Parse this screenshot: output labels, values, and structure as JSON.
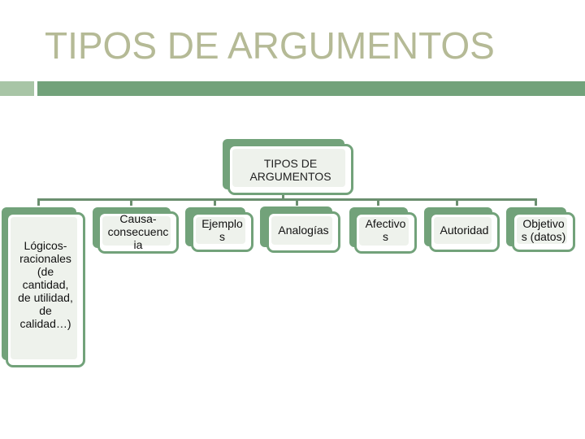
{
  "slide": {
    "title": "TIPOS DE ARGUMENTOS"
  },
  "colors": {
    "title": "#b5ba96",
    "accent_bar_light": "#a8c5a6",
    "accent_bar_dark": "#72a27a",
    "node_border": "#72a27a",
    "node_fill": "#eef2ec",
    "connector": "#6b8f6f"
  },
  "diagram": {
    "root": {
      "label_line1": "TIPOS DE",
      "label_line2": "ARGUMENTOS"
    },
    "children": [
      {
        "id": "logicos",
        "lines": [
          "Lógicos-",
          "racionales",
          "(de",
          "cantidad,",
          "de utilidad,",
          "de",
          "calidad…)"
        ]
      },
      {
        "id": "causa",
        "lines": [
          "Causa-",
          "consecuenc",
          "ia"
        ]
      },
      {
        "id": "ejemplos",
        "lines": [
          "Ejemplo",
          "s"
        ]
      },
      {
        "id": "analogias",
        "lines": [
          "Analogías"
        ]
      },
      {
        "id": "afectivos",
        "lines": [
          "Afectivo",
          "s"
        ]
      },
      {
        "id": "autoridad",
        "lines": [
          "Autoridad"
        ]
      },
      {
        "id": "objetivos",
        "lines": [
          "Objetivo",
          "s (datos)"
        ]
      }
    ]
  }
}
